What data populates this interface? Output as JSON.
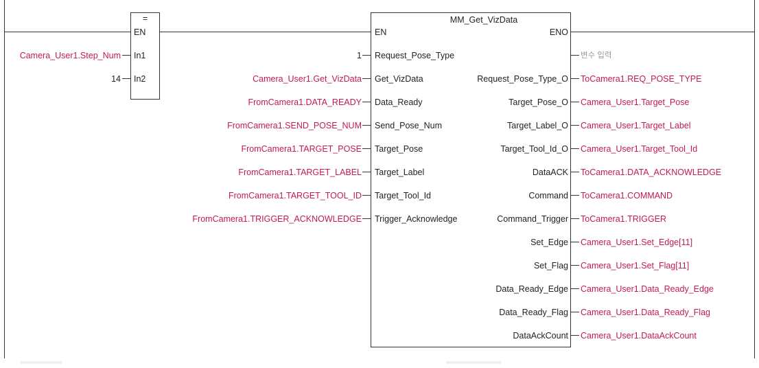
{
  "compare_block": {
    "operator": "=",
    "en_label": "EN",
    "in1_label": "In1",
    "in2_label": "In2",
    "in1_var": "Camera_User1.Step_Num",
    "in2_const": "14"
  },
  "fb": {
    "title": "MM_Get_VizData",
    "en_label": "EN",
    "eno_label": "ENO",
    "inputs": [
      {
        "pin": "Request_Pose_Type",
        "value": "1"
      },
      {
        "pin": "Get_VizData",
        "value": "Camera_User1.Get_VizData"
      },
      {
        "pin": "Data_Ready",
        "value": "FromCamera1.DATA_READY"
      },
      {
        "pin": "Send_Pose_Num",
        "value": "FromCamera1.SEND_POSE_NUM"
      },
      {
        "pin": "Target_Pose",
        "value": "FromCamera1.TARGET_POSE"
      },
      {
        "pin": "Target_Label",
        "value": "FromCamera1.TARGET_LABEL"
      },
      {
        "pin": "Target_Tool_Id",
        "value": "FromCamera1.TARGET_TOOL_ID"
      },
      {
        "pin": "Trigger_Acknowledge",
        "value": "FromCamera1.TRIGGER_ACKNOWLEDGE"
      }
    ],
    "eno_output_placeholder": "변수 입력",
    "outputs": [
      {
        "pin": "Request_Pose_Type_O",
        "value": "ToCamera1.REQ_POSE_TYPE"
      },
      {
        "pin": "Target_Pose_O",
        "value": "Camera_User1.Target_Pose"
      },
      {
        "pin": "Target_Label_O",
        "value": "Camera_User1.Target_Label"
      },
      {
        "pin": "Target_Tool_Id_O",
        "value": "Camera_User1.Target_Tool_Id"
      },
      {
        "pin": "DataACK",
        "value": "ToCamera1.DATA_ACKNOWLEDGE"
      },
      {
        "pin": "Command",
        "value": "ToCamera1.COMMAND"
      },
      {
        "pin": "Command_Trigger",
        "value": "ToCamera1.TRIGGER"
      },
      {
        "pin": "Set_Edge",
        "value": "Camera_User1.Set_Edge[11]"
      },
      {
        "pin": "Set_Flag",
        "value": "Camera_User1.Set_Flag[11]"
      },
      {
        "pin": "Data_Ready_Edge",
        "value": "Camera_User1.Data_Ready_Edge"
      },
      {
        "pin": "Data_Ready_Flag",
        "value": "Camera_User1.Data_Ready_Flag"
      },
      {
        "pin": "DataAckCount",
        "value": "Camera_User1.DataAckCount"
      }
    ]
  },
  "colors": {
    "line": "#333333",
    "variable": "#c2185b",
    "placeholder": "#9a9a9a"
  }
}
